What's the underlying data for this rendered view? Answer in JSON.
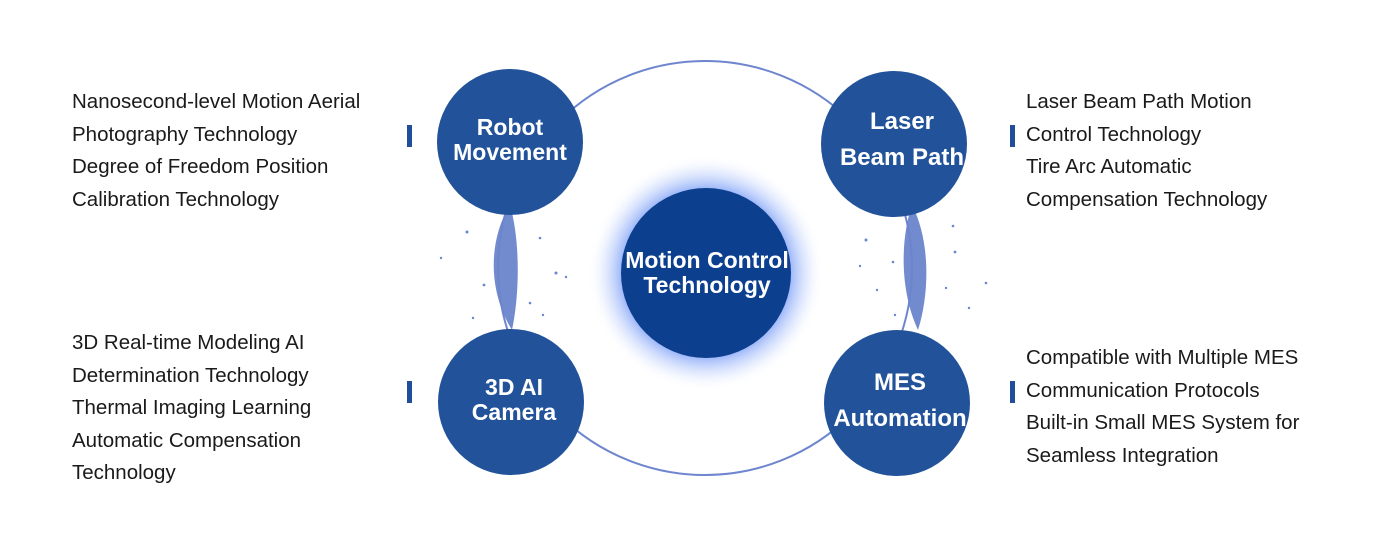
{
  "center": {
    "lines": [
      "Motion Control",
      "Technology"
    ]
  },
  "nodes": {
    "robot": {
      "lines": [
        "Robot",
        "Movement"
      ]
    },
    "laser": {
      "lines": [
        "Laser",
        "Beam Path"
      ]
    },
    "camera": {
      "lines": [
        "3D AI",
        "Camera"
      ]
    },
    "mes": {
      "lines": [
        "MES",
        "Automation"
      ]
    }
  },
  "descriptions": {
    "robot": [
      "Nanosecond-level Motion Aerial",
      "Photography Technology",
      "Degree of Freedom Position",
      "Calibration Technology"
    ],
    "laser": [
      "Laser Beam Path Motion",
      "Control Technology",
      "Tire Arc Automatic",
      "Compensation Technology"
    ],
    "camera": [
      "3D Real-time Modeling AI",
      "Determination Technology",
      "Thermal Imaging Learning",
      "Automatic Compensation",
      "Technology"
    ],
    "mes": [
      "Compatible with Multiple MES",
      "Communication Protocols",
      "Built-in Small MES System for",
      "Seamless Integration"
    ]
  },
  "colors": {
    "node_fill": "#22539a",
    "center_fill": "#0d3f8f",
    "glow": "#3d6ff0",
    "ring": "#6f86cf",
    "connector": "#6a84cb",
    "marker": "#1f4e9a",
    "text": "#1a1a1a"
  }
}
